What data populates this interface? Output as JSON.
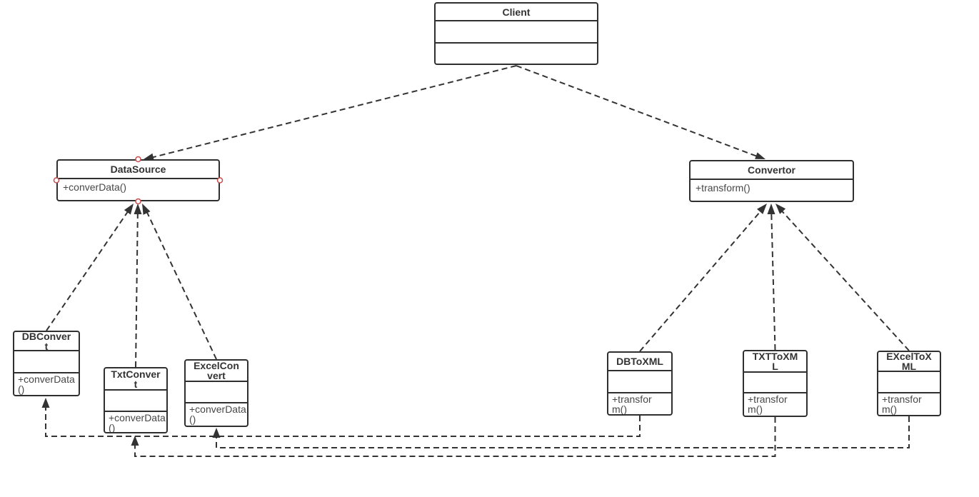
{
  "diagram": {
    "classes": {
      "client": {
        "title": "Client"
      },
      "datasource": {
        "title": "DataSource",
        "method": "+converData()"
      },
      "convertor": {
        "title": "Convertor",
        "method": "+transform()"
      },
      "dbconvert": {
        "title": "DBConvert",
        "method": "+converData()"
      },
      "txtconvert": {
        "title": "TxtConvert",
        "method": "+converData()"
      },
      "excelconvert": {
        "title": "ExcelConvert",
        "method": "+converData()"
      },
      "dbtoxml": {
        "title": "DBToXML",
        "method": "+transform()"
      },
      "txttoxml": {
        "title": "TXTToXML",
        "method": "+transform()"
      },
      "exceltoxml": {
        "title": "EXcelToXML",
        "method": "+transform()"
      }
    },
    "relations": [
      {
        "from": "Client",
        "to": "DataSource",
        "type": "dashed-dependency-arrow"
      },
      {
        "from": "Client",
        "to": "Convertor",
        "type": "dashed-dependency-arrow"
      },
      {
        "from": "DBConvert",
        "to": "DataSource",
        "type": "dashed-realization-triangle"
      },
      {
        "from": "TxtConvert",
        "to": "DataSource",
        "type": "dashed-realization-triangle"
      },
      {
        "from": "ExcelConvert",
        "to": "DataSource",
        "type": "dashed-realization-triangle"
      },
      {
        "from": "DBToXML",
        "to": "Convertor",
        "type": "dashed-realization-triangle"
      },
      {
        "from": "TXTToXML",
        "to": "Convertor",
        "type": "dashed-realization-triangle"
      },
      {
        "from": "EXcelToXML",
        "to": "Convertor",
        "type": "dashed-realization-triangle"
      },
      {
        "from": "DBToXML",
        "to": "DBConvert",
        "type": "dashed-dependency-arrow"
      },
      {
        "from": "TXTToXML",
        "to": "TxtConvert",
        "type": "dashed-dependency-arrow"
      },
      {
        "from": "EXcelToXML",
        "to": "ExcelConvert",
        "type": "dashed-dependency-arrow"
      }
    ],
    "colors": {
      "line": "#333333",
      "box_border": "#303030",
      "box_fill": "#ffffff",
      "anchor_stroke": "#c84c4c",
      "background": "#ffffff"
    }
  }
}
